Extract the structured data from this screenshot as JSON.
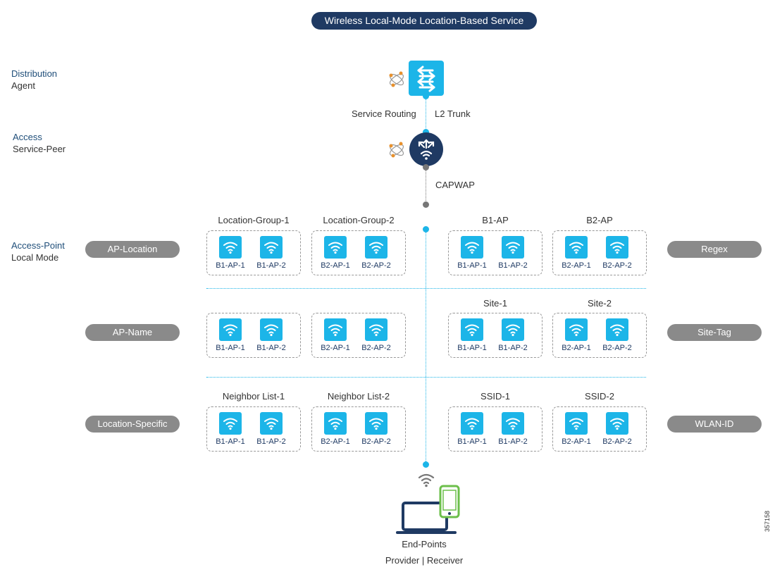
{
  "title": "Wireless Local-Mode Location-Based Service",
  "tiers": {
    "distribution": {
      "line1": "Distribution",
      "line2": "Agent"
    },
    "access": {
      "line1": "Access",
      "line2": "Service-Peer"
    },
    "access_point": {
      "line1": "Access-Point",
      "line2": "Local Mode"
    }
  },
  "connections": {
    "service_routing": "Service Routing",
    "l2_trunk": "L2 Trunk",
    "capwap": "CAPWAP"
  },
  "left_pills": [
    "AP-Location",
    "AP-Name",
    "Location-Specific"
  ],
  "right_pills": [
    "Regex",
    "Site-Tag",
    "WLAN-ID"
  ],
  "rows": [
    {
      "groups": [
        {
          "title": "Location-Group-1",
          "aps": [
            "B1-AP-1",
            "B1-AP-2"
          ]
        },
        {
          "title": "Location-Group-2",
          "aps": [
            "B2-AP-1",
            "B2-AP-2"
          ]
        },
        {
          "title": "B1-AP",
          "aps": [
            "B1-AP-1",
            "B1-AP-2"
          ]
        },
        {
          "title": "B2-AP",
          "aps": [
            "B2-AP-1",
            "B2-AP-2"
          ]
        }
      ]
    },
    {
      "groups": [
        {
          "title": "",
          "aps": [
            "B1-AP-1",
            "B1-AP-2"
          ]
        },
        {
          "title": "",
          "aps": [
            "B2-AP-1",
            "B2-AP-2"
          ]
        },
        {
          "title": "Site-1",
          "aps": [
            "B1-AP-1",
            "B1-AP-2"
          ]
        },
        {
          "title": "Site-2",
          "aps": [
            "B2-AP-1",
            "B2-AP-2"
          ]
        }
      ]
    },
    {
      "groups": [
        {
          "title": "Neighbor List-1",
          "aps": [
            "B1-AP-1",
            "B1-AP-2"
          ]
        },
        {
          "title": "Neighbor List-2",
          "aps": [
            "B2-AP-1",
            "B2-AP-2"
          ]
        },
        {
          "title": "SSID-1",
          "aps": [
            "B1-AP-1",
            "B1-AP-2"
          ]
        },
        {
          "title": "SSID-2",
          "aps": [
            "B2-AP-1",
            "B2-AP-2"
          ]
        }
      ]
    }
  ],
  "endpoints": {
    "line1": "End-Points",
    "line2": "Provider | Receiver"
  },
  "figure_number": "357158",
  "colors": {
    "navy": "#1f3a63",
    "cyan": "#1cb5e8",
    "gray": "#8a8a8a",
    "green": "#6cbf4b",
    "orange": "#e8912d"
  }
}
